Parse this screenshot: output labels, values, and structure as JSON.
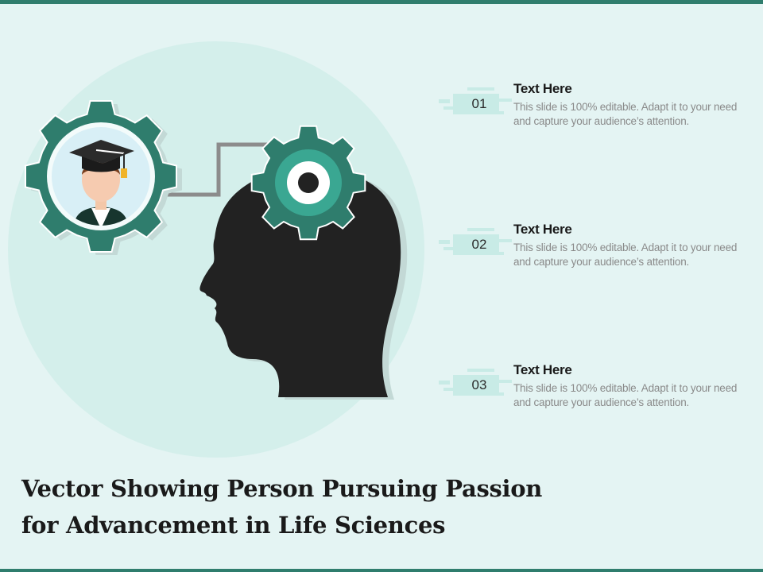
{
  "slide": {
    "title_line1": "Vector Showing Person Pursuing Passion",
    "title_line2": "for Advancement in Life Sciences"
  },
  "items": [
    {
      "number": "01",
      "title": "Text Here",
      "description": "This slide is 100% editable. Adapt it to your need and capture your audience’s attention."
    },
    {
      "number": "02",
      "title": "Text Here",
      "description": "This slide is 100% editable. Adapt it to your need and capture your audience’s attention."
    },
    {
      "number": "03",
      "title": "Text Here",
      "description": "This slide is 100% editable. Adapt it to your need and capture your audience’s attention."
    }
  ],
  "icons": {
    "graduate": "graduate-avatar-icon",
    "head": "human-head-silhouette-icon",
    "gear": "gear-icon"
  },
  "colors": {
    "background": "#e4f4f3",
    "accent": "#2f7d6d",
    "gear_inner": "#3aa792",
    "badge": "#c8ebe6",
    "head": "#222222"
  }
}
